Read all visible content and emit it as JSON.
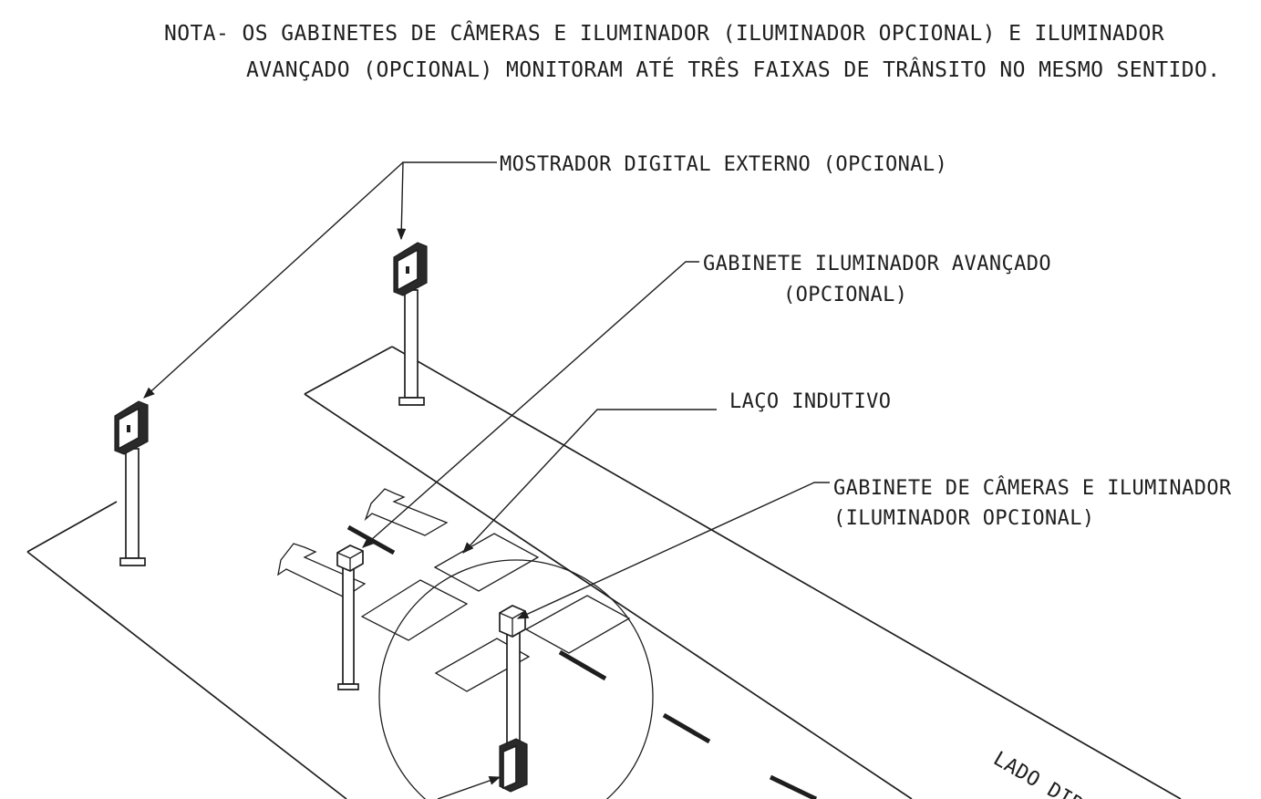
{
  "note": {
    "line1": "NOTA- OS GABINETES DE CÂMERAS E ILUMINADOR (ILUMINADOR OPCIONAL) E ILUMINADOR",
    "line2": "AVANÇADO (OPCIONAL) MONITORAM ATÉ TRÊS FAIXAS DE TRÂNSITO NO MESMO SENTIDO."
  },
  "labels": {
    "display": "MOSTRADOR DIGITAL EXTERNO (OPCIONAL)",
    "illuminator_line1": "GABINETE ILUMINADOR AVANÇADO",
    "illuminator_line2": "(OPCIONAL)",
    "loop": "LAÇO INDUTIVO",
    "camera_line1": "GABINETE DE CÂMERAS E ILUMINADOR",
    "camera_line2": "(ILUMINADOR OPCIONAL)",
    "side": "LADO DIR"
  }
}
